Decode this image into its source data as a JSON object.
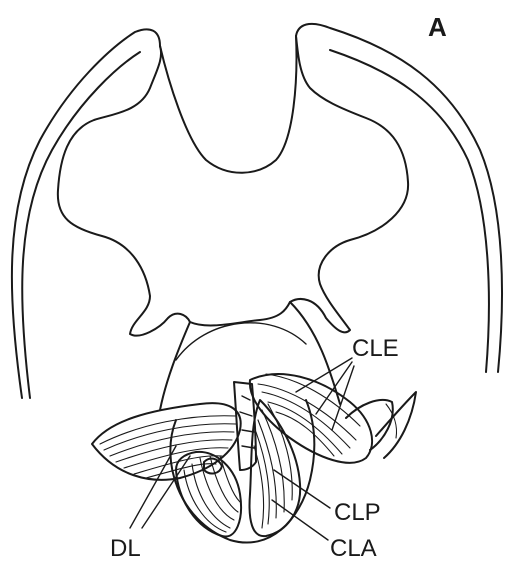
{
  "figure": {
    "panel_letter": "A",
    "labels": {
      "cle": "CLE",
      "clp": "CLP",
      "cla": "CLA",
      "dl": "DL"
    }
  }
}
